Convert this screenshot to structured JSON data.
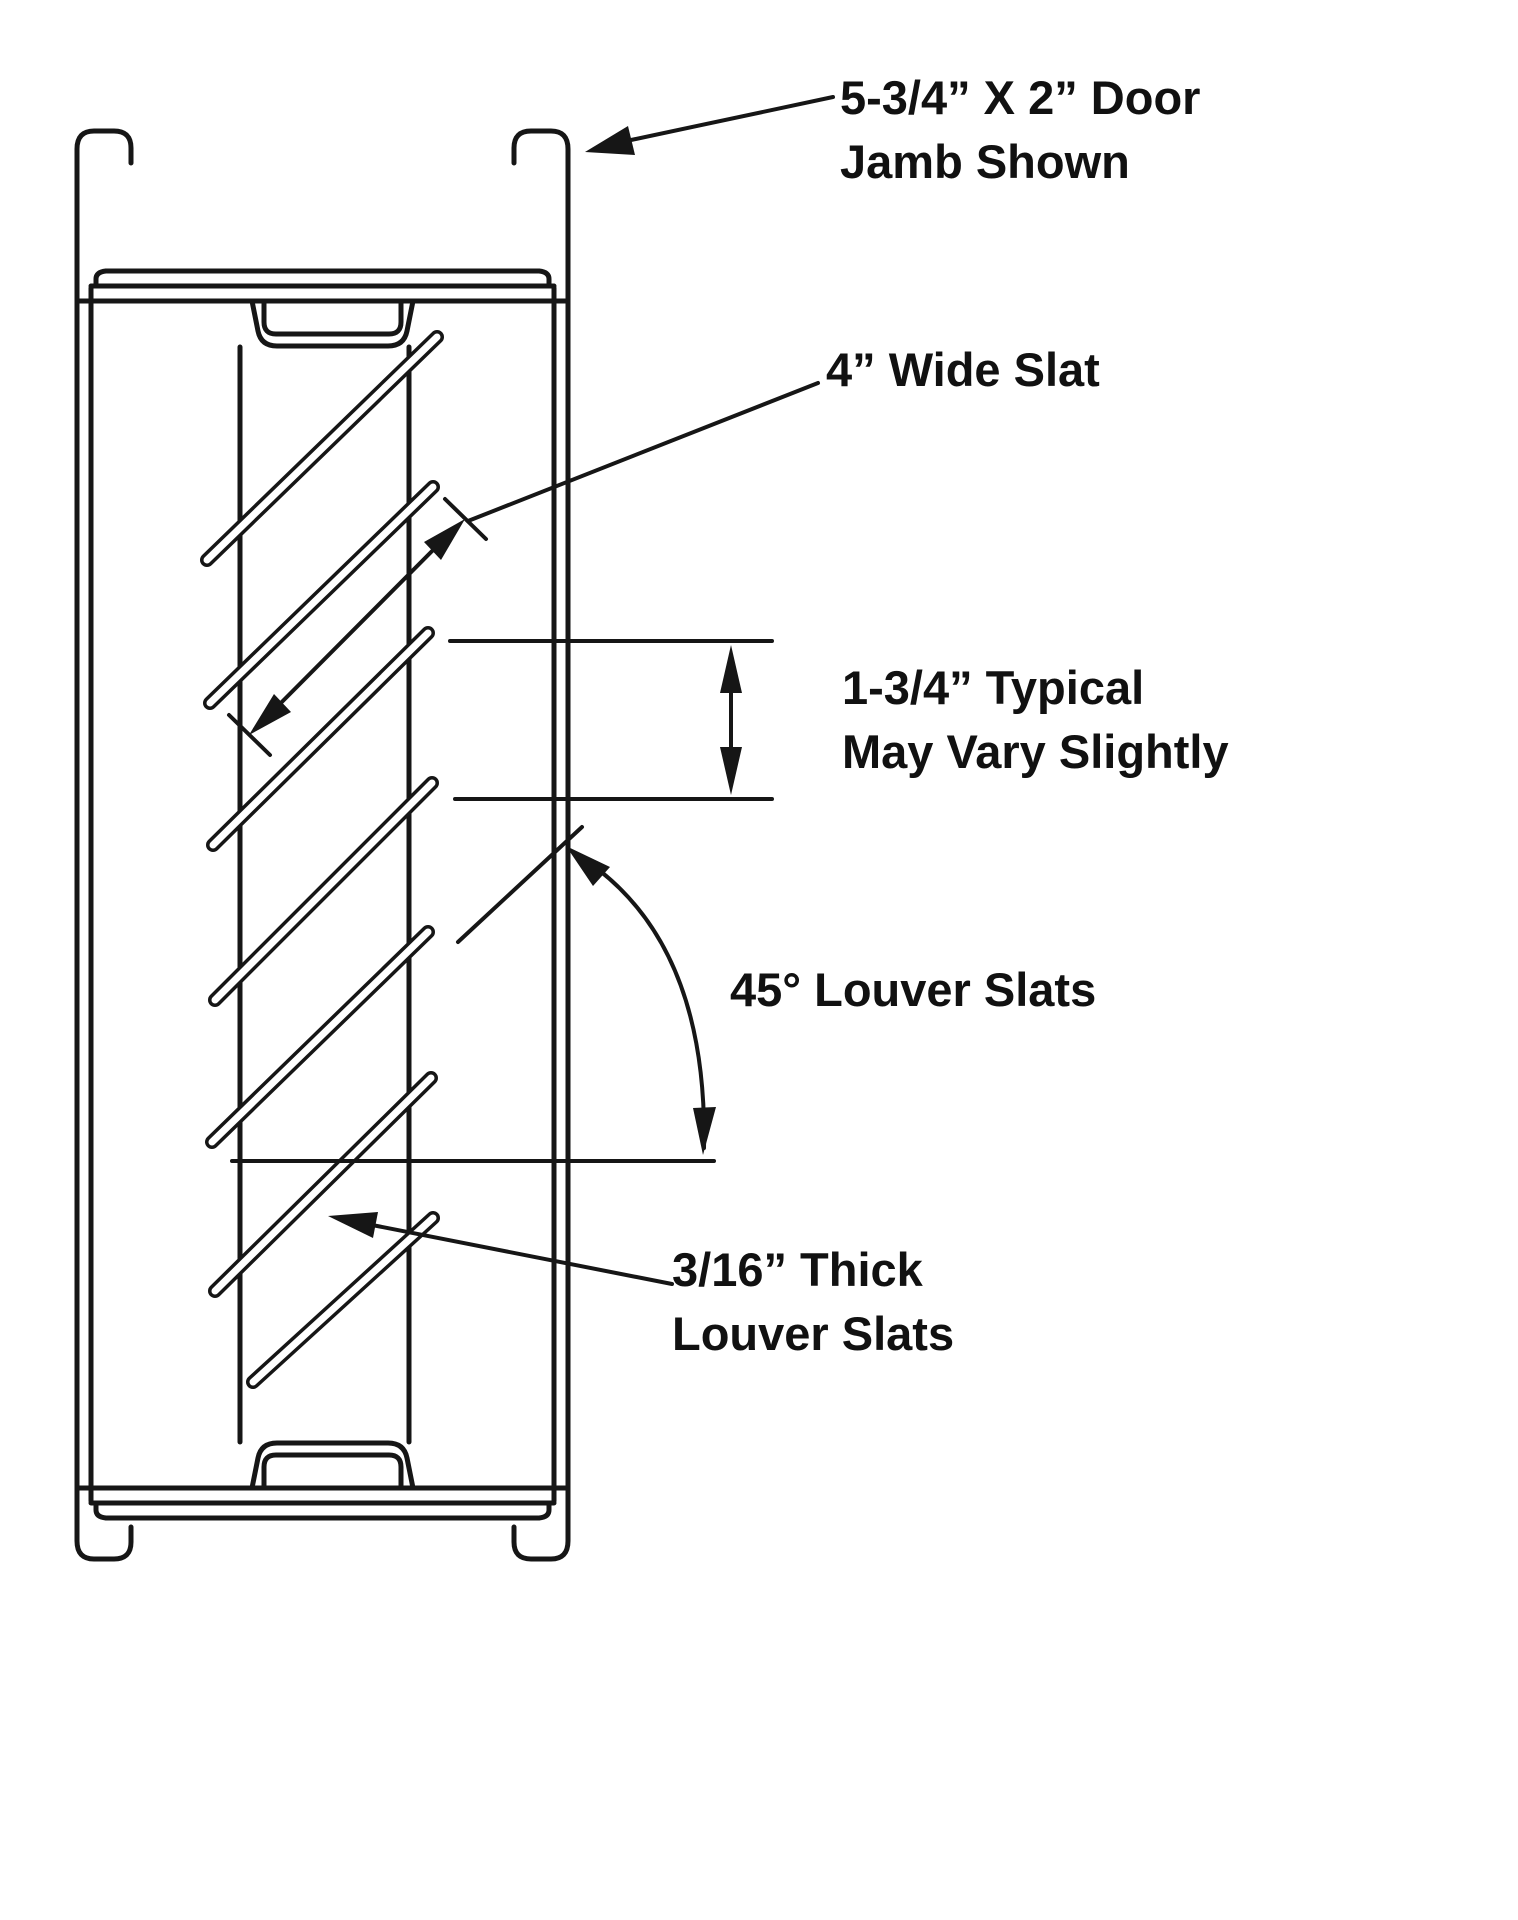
{
  "colors": {
    "line": "#161616",
    "background": "#ffffff"
  },
  "diagram": {
    "title": "Louvered door jamb cross-section detail",
    "labels": {
      "door_jamb": {
        "line1": "5-3/4” X 2” Door",
        "line2": "Jamb Shown"
      },
      "wide_slat": {
        "line1": "4” Wide Slat"
      },
      "slat_spacing": {
        "line1": "1-3/4” Typical",
        "line2": "May Vary Slightly"
      },
      "slat_angle": {
        "line1": "45° Louver Slats"
      },
      "slat_thickness": {
        "line1": "3/16” Thick",
        "line2": "Louver Slats"
      }
    }
  }
}
